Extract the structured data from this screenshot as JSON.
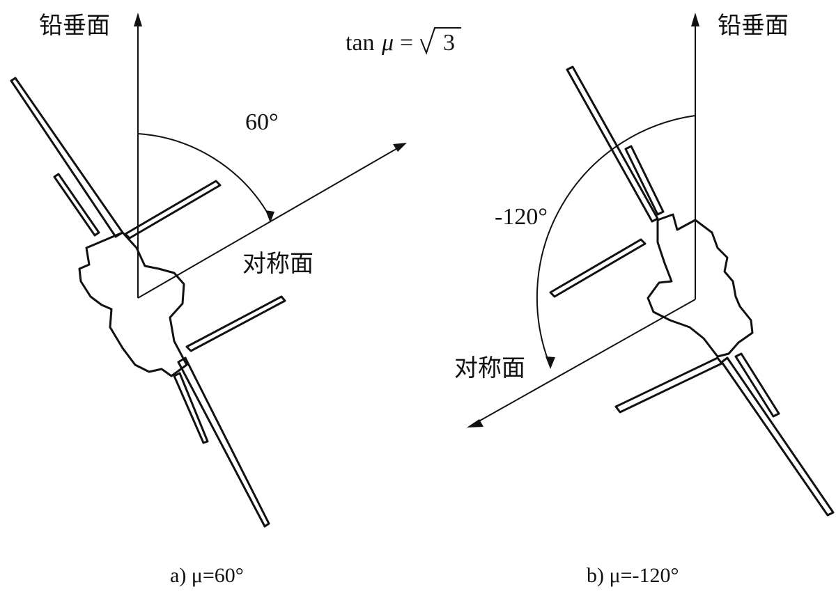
{
  "panel_a": {
    "vertical_label": "铅垂面",
    "symmetry_label": "对称面",
    "angle_label": "60°",
    "formula": "tan μ = √3",
    "formula_prefix": "tan",
    "formula_var": "μ",
    "formula_eq": "=",
    "formula_radicand": "3",
    "caption": "a)  μ=60°"
  },
  "panel_b": {
    "vertical_label": "铅垂面",
    "symmetry_label": "对称面",
    "angle_label": "-120°",
    "caption": "b)  μ=-120°"
  }
}
